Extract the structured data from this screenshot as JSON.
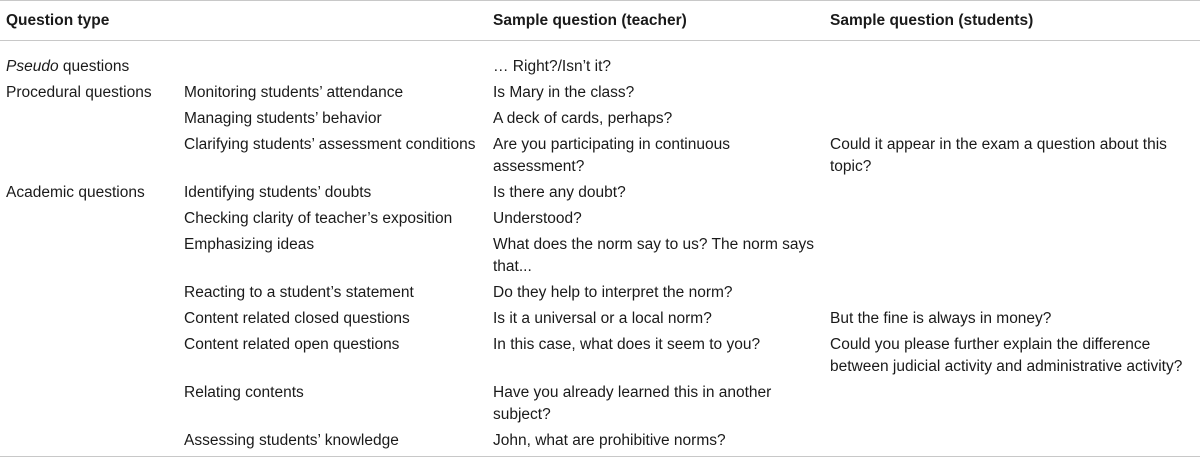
{
  "table": {
    "headers": {
      "question_type": "Question type",
      "subtype": "",
      "teacher": "Sample question (teacher)",
      "students": "Sample question (students)"
    },
    "rows": [
      {
        "type_em": "Pseudo",
        "type_rest": " questions",
        "subtype": "",
        "teacher": "… Right?/Isn’t it?",
        "students": ""
      },
      {
        "type": "Procedural questions",
        "subtype": "Monitoring students’ attendance",
        "teacher": "Is Mary in the class?",
        "students": ""
      },
      {
        "type": "",
        "subtype": "Managing students’ behavior",
        "teacher": "A deck of cards, perhaps?",
        "students": ""
      },
      {
        "type": "",
        "subtype": "Clarifying students’ assessment conditions",
        "teacher": "Are you participating in continuous assessment?",
        "students": "Could it appear in the exam a question about this topic?"
      },
      {
        "type": "Academic questions",
        "subtype": "Identifying students’ doubts",
        "teacher": "Is there any doubt?",
        "students": ""
      },
      {
        "type": "",
        "subtype": "Checking clarity of teacher’s exposition",
        "teacher": "Understood?",
        "students": ""
      },
      {
        "type": "",
        "subtype": "Emphasizing ideas",
        "teacher": "What does the norm say to us? The norm says that...",
        "students": ""
      },
      {
        "type": "",
        "subtype": "Reacting to a student’s statement",
        "teacher": "Do they help to interpret the norm?",
        "students": ""
      },
      {
        "type": "",
        "subtype": "Content related closed questions",
        "teacher": "Is it a universal or a local norm?",
        "students": "But the fine is always in money?"
      },
      {
        "type": "",
        "subtype": "Content related open questions",
        "teacher": "In this case, what does it seem to you?",
        "students": "Could you please further explain the difference between judicial activity and administrative activity?"
      },
      {
        "type": "",
        "subtype": "Relating contents",
        "teacher": "Have you already learned this in another subject?",
        "students": ""
      },
      {
        "type": "",
        "subtype": "Assessing students’ knowledge",
        "teacher": "John, what are prohibitive norms?",
        "students": ""
      }
    ]
  }
}
